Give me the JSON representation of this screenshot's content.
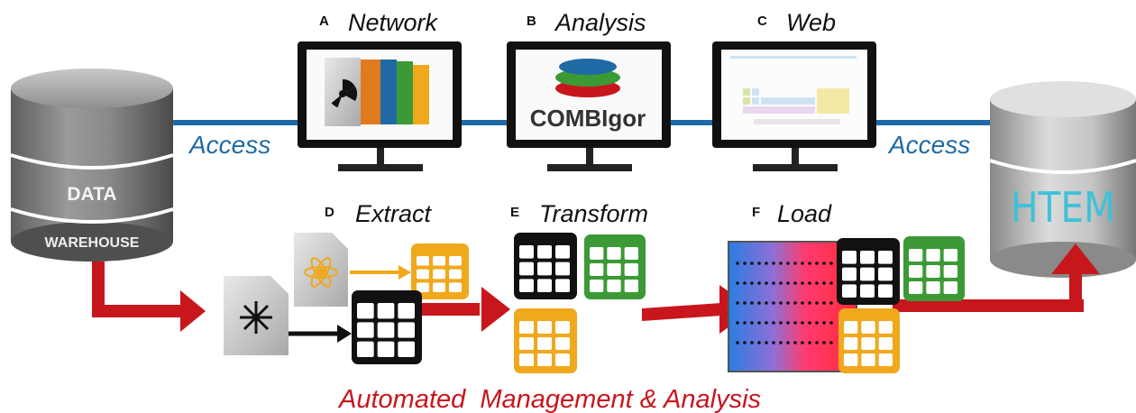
{
  "sections": {
    "a": {
      "letter": "A",
      "title": "Network"
    },
    "b": {
      "letter": "B",
      "title": "Analysis"
    },
    "c": {
      "letter": "C",
      "title": "Web"
    },
    "d": {
      "letter": "D",
      "title": "Extract"
    },
    "e": {
      "letter": "E",
      "title": "Transform"
    },
    "f": {
      "letter": "F",
      "title": "Load"
    }
  },
  "access_left": "Access",
  "access_right": "Access",
  "warehouse": {
    "line1": "DATA",
    "line2": "WAREHOUSE"
  },
  "htem_logo": "HTEM",
  "analysis_software": "COMBIgor",
  "footer": "Automated  Management & Analysis",
  "colors": {
    "access_line": "#1f6aa5",
    "flow_arrow": "#c8161d",
    "table_black": "#111111",
    "table_orange": "#f0a81c",
    "table_green": "#3b9a35",
    "htem_text": "#3fc1d9"
  },
  "icons": [
    "radioactive-icon",
    "atom-icon",
    "laser-icon",
    "periodic-table-icon",
    "combigor-logo-icon"
  ]
}
